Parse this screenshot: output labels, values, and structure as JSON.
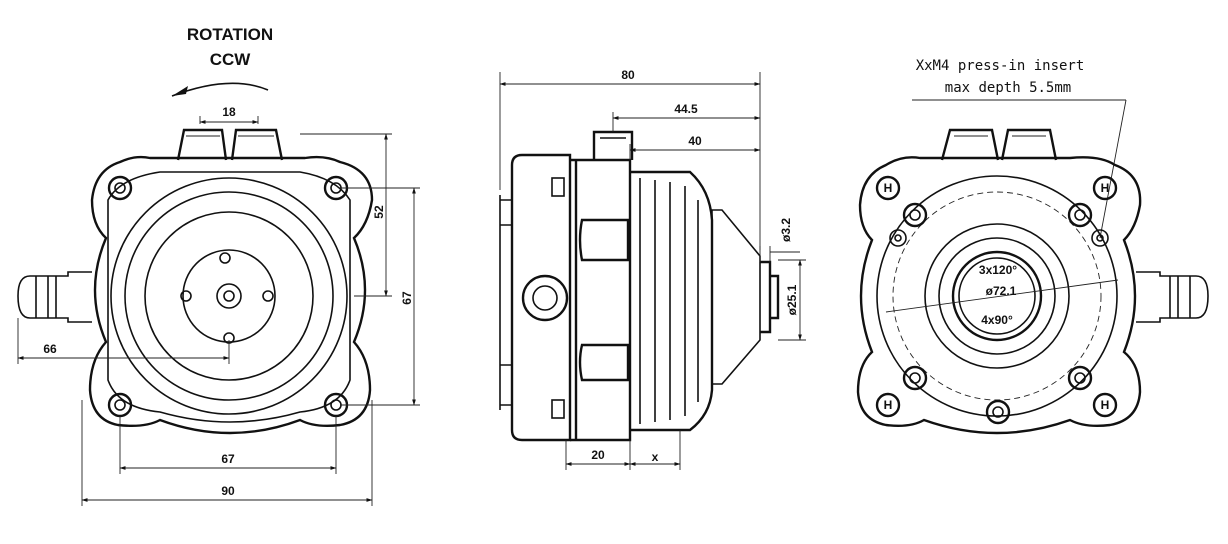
{
  "rotation": {
    "line1": "ROTATION",
    "line2": "CCW"
  },
  "front_view": {
    "dims": {
      "top_gap": "18",
      "height_outer": "52",
      "height_inner": "67",
      "left_offset": "66",
      "bolt_span": "67",
      "overall_width": "90"
    }
  },
  "side_view": {
    "dims": {
      "overall_length": "80",
      "d1": "44.5",
      "d2": "40",
      "shaft_small": "ø3.2",
      "shaft_dia": "ø25.1",
      "flange": "20",
      "x": "x"
    }
  },
  "back_view": {
    "note_line1": "XxM4 press-in insert",
    "note_line2": "max depth 5.5mm",
    "center_top": "3x120°",
    "center_mid": "ø72.1",
    "center_bot": "4x90°",
    "bolt_mark": "H"
  }
}
